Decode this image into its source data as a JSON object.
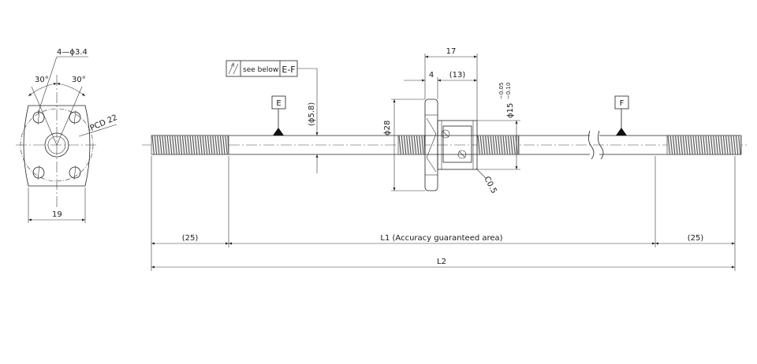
{
  "front_view": {
    "holes_label": "4—ϕ3.4",
    "angle_left": "30°",
    "angle_right": "30°",
    "pcd_label": "PCD 22",
    "width_label": "19"
  },
  "gdt": {
    "note": "see below",
    "datum_ref": "E-F"
  },
  "datums": {
    "e": "E",
    "f": "F"
  },
  "dims": {
    "shaft_dia": "(ϕ5.8)",
    "flange_dia": "ϕ28",
    "nut_len": "17",
    "flange_thk": "4",
    "nut_body": "(13)",
    "nut_dia": "ϕ15",
    "tol_upper": "−0.05",
    "tol_lower": "−0.10",
    "chamfer": "C0.5",
    "end_left": "(25)",
    "end_right": "(25)",
    "l1": "L1 (Accuracy guaranteed area)",
    "l2": "L2"
  },
  "colors": {
    "line": "#222222",
    "thread": "#555555",
    "datum_triangle": "#111111"
  }
}
